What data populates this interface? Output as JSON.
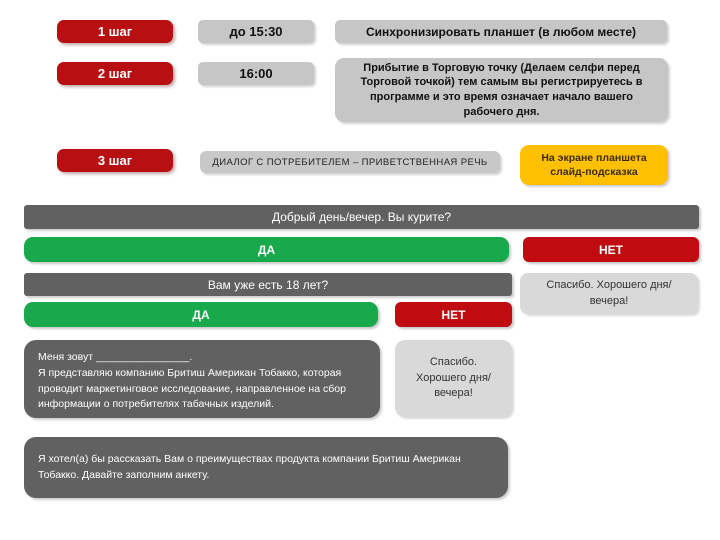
{
  "steps": [
    {
      "label": "1 шаг",
      "time": "до 15:30",
      "description": "Синхронизировать планшет (в любом месте)"
    },
    {
      "label": "2 шаг",
      "time": "16:00",
      "description": "Прибытие в Торговую точку  (Делаем селфи перед Торговой точкой) тем самым вы регистрируетесь в программе и это время означает начало вашего рабочего дня."
    },
    {
      "label": "3 шаг",
      "dialog_title": "ДИАЛОГ С ПОТРЕБИТЕЛЕМ – ПРИВЕТСТВЕННАЯ РЕЧЬ",
      "tablet_note": "На экране планшета слайд-подсказка"
    }
  ],
  "flow": {
    "question_smoke": "Добрый день/вечер. Вы курите?",
    "yes_1": "ДА",
    "no_1": "НЕТ",
    "question_age": "Вам уже есть 18 лет?",
    "thanks_right": "Спасибо. Хорошего дня/вечера!",
    "yes_2": "ДА",
    "no_2": "НЕТ",
    "intro_line1": "Меня зовут ________________.",
    "intro_rest": "Я представляю компанию Бритиш Американ Тобакко, которая проводит маркетинговое исследование, направленное на сбор информации о потребителях табачных изделий.",
    "thanks_mid": "Спасибо. Хорошего дня/вечера!",
    "pitch": "Я хотел(а) бы рассказать Вам о преимуществах продукта компании Бритиш Американ Тобакко. Давайте заполним анкету."
  },
  "colors": {
    "step_red": "#b80f12",
    "no_red": "#c00c10",
    "yes_green": "#17a94b",
    "gray_box": "#c6c6c6",
    "dark_gray": "#616161",
    "light_gray": "#d9d9d9",
    "note_yellow": "#ffc000",
    "background": "#ffffff"
  }
}
